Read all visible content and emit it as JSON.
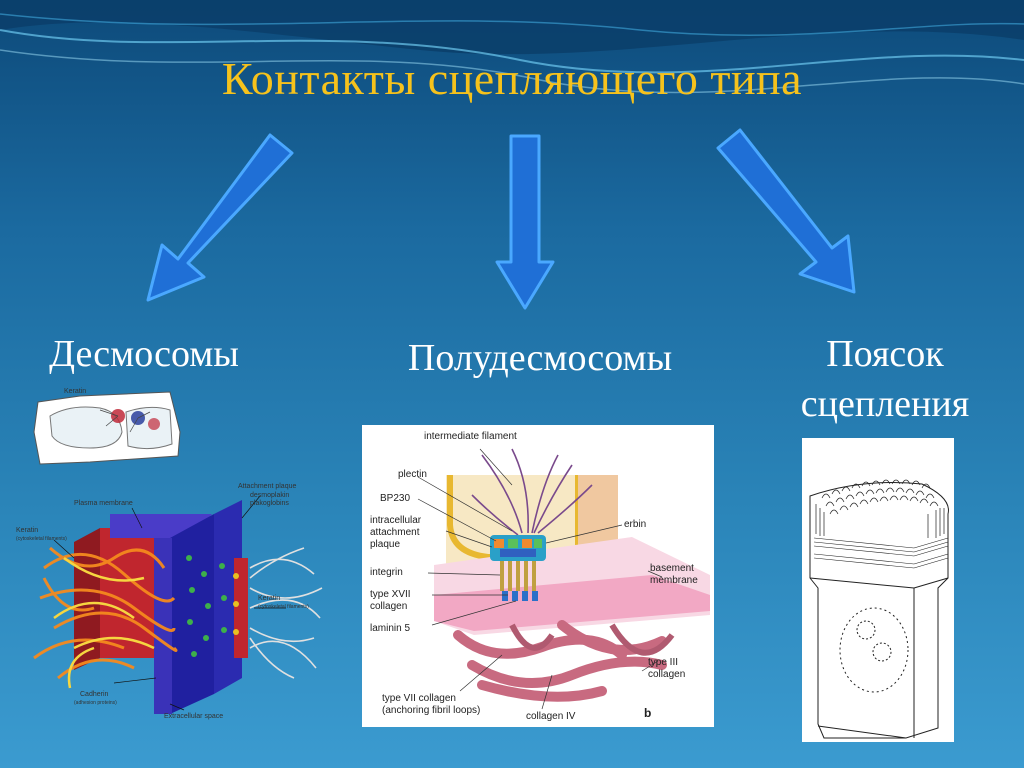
{
  "slide": {
    "title": "Контакты сцепляющего типа",
    "colors": {
      "title": "#f6c21c",
      "arrow": "#1f6fd6",
      "arrow_outline": "#4aa8ff",
      "label": "#ffffff"
    },
    "branches": [
      {
        "label": "Десмосомы"
      },
      {
        "label": "Полудесмосомы"
      },
      {
        "label_line1": "Поясок",
        "label_line2": "сцепления"
      }
    ]
  },
  "desmosome_diagram": {
    "small_label": "Keratin",
    "labels": {
      "plasma_membrane": "Plasma membrane",
      "attachment_plaque": "Attachment plaque",
      "attachment_plaque_sub1": "desmoplakin",
      "attachment_plaque_sub2": "plakoglobins",
      "keratin_left": "Keratin",
      "keratin_left_sub": "(cytoskeletal filaments)",
      "keratin_right": "Keratin",
      "keratin_right_sub": "(cytoskeletal filaments)",
      "cadherin": "Cadherin",
      "cadherin_sub": "(adhesion proteins)",
      "extracellular_space": "Extracellular space"
    }
  },
  "hemidesmosome_diagram": {
    "labels": {
      "intermediate_filament": "intermediate filament",
      "plectin": "plectin",
      "bp230": "BP230",
      "intracellular_1": "intracellular",
      "intracellular_2": "attachment",
      "intracellular_3": "plaque",
      "integrin": "integrin",
      "type_xvii_1": "type XVII",
      "type_xvii_2": "collagen",
      "laminin": "laminin 5",
      "erbin": "erbin",
      "basement_1": "basement",
      "basement_2": "membrane",
      "type_iii_1": "type III",
      "type_iii_2": "collagen",
      "type_vii_1": "type VII collagen",
      "type_vii_2": "(anchoring fibril loops)",
      "collagen_iv": "collagen IV",
      "panel_letter": "b"
    }
  }
}
